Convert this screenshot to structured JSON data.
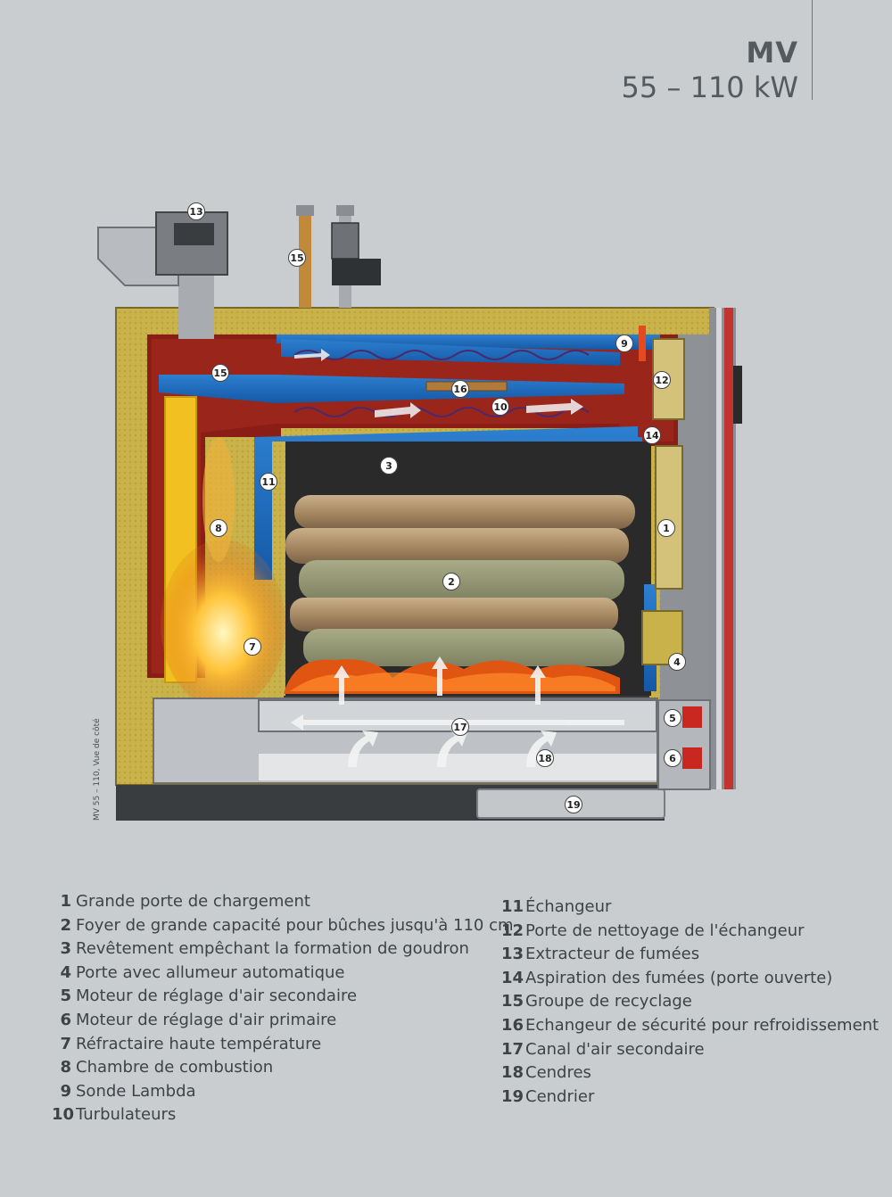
{
  "header": {
    "model": "MV",
    "power": "55 – 110 kW"
  },
  "side_caption": "MV 55 – 110, Vue de côté",
  "markers": [
    "1",
    "2",
    "3",
    "4",
    "5",
    "6",
    "7",
    "8",
    "9",
    "10",
    "11",
    "12",
    "13",
    "14",
    "15",
    "15",
    "16",
    "17",
    "18",
    "19"
  ],
  "legend_left": [
    {
      "num": "1",
      "text": "Grande porte de chargement"
    },
    {
      "num": "2",
      "text": "Foyer de grande capacité pour bûches jusqu'à 110 cm"
    },
    {
      "num": "3",
      "text": "Revêtement empêchant la formation de goudron"
    },
    {
      "num": "4",
      "text": "Porte avec allumeur automatique"
    },
    {
      "num": "5",
      "text": "Moteur de réglage d'air secondaire"
    },
    {
      "num": "6",
      "text": "Moteur de réglage d'air primaire"
    },
    {
      "num": "7",
      "text": "Réfractaire haute température"
    },
    {
      "num": "8",
      "text": "Chambre de combustion"
    },
    {
      "num": "9",
      "text": "Sonde Lambda"
    },
    {
      "num": "10",
      "text": "Turbulateurs"
    }
  ],
  "legend_right": [
    {
      "num": "11",
      "text": "Échangeur"
    },
    {
      "num": "12",
      "text": "Porte de nettoyage de l'échangeur"
    },
    {
      "num": "13",
      "text": "Extracteur de fumées"
    },
    {
      "num": "14",
      "text": "Aspiration des fumées (porte ouverte)"
    },
    {
      "num": "15",
      "text": "Groupe de recyclage"
    },
    {
      "num": "16",
      "text": "Echangeur de sécurité pour refroidissement"
    },
    {
      "num": "17",
      "text": "Canal d'air secondaire"
    },
    {
      "num": "18",
      "text": "Cendres"
    },
    {
      "num": "19",
      "text": "Cendrier"
    }
  ]
}
